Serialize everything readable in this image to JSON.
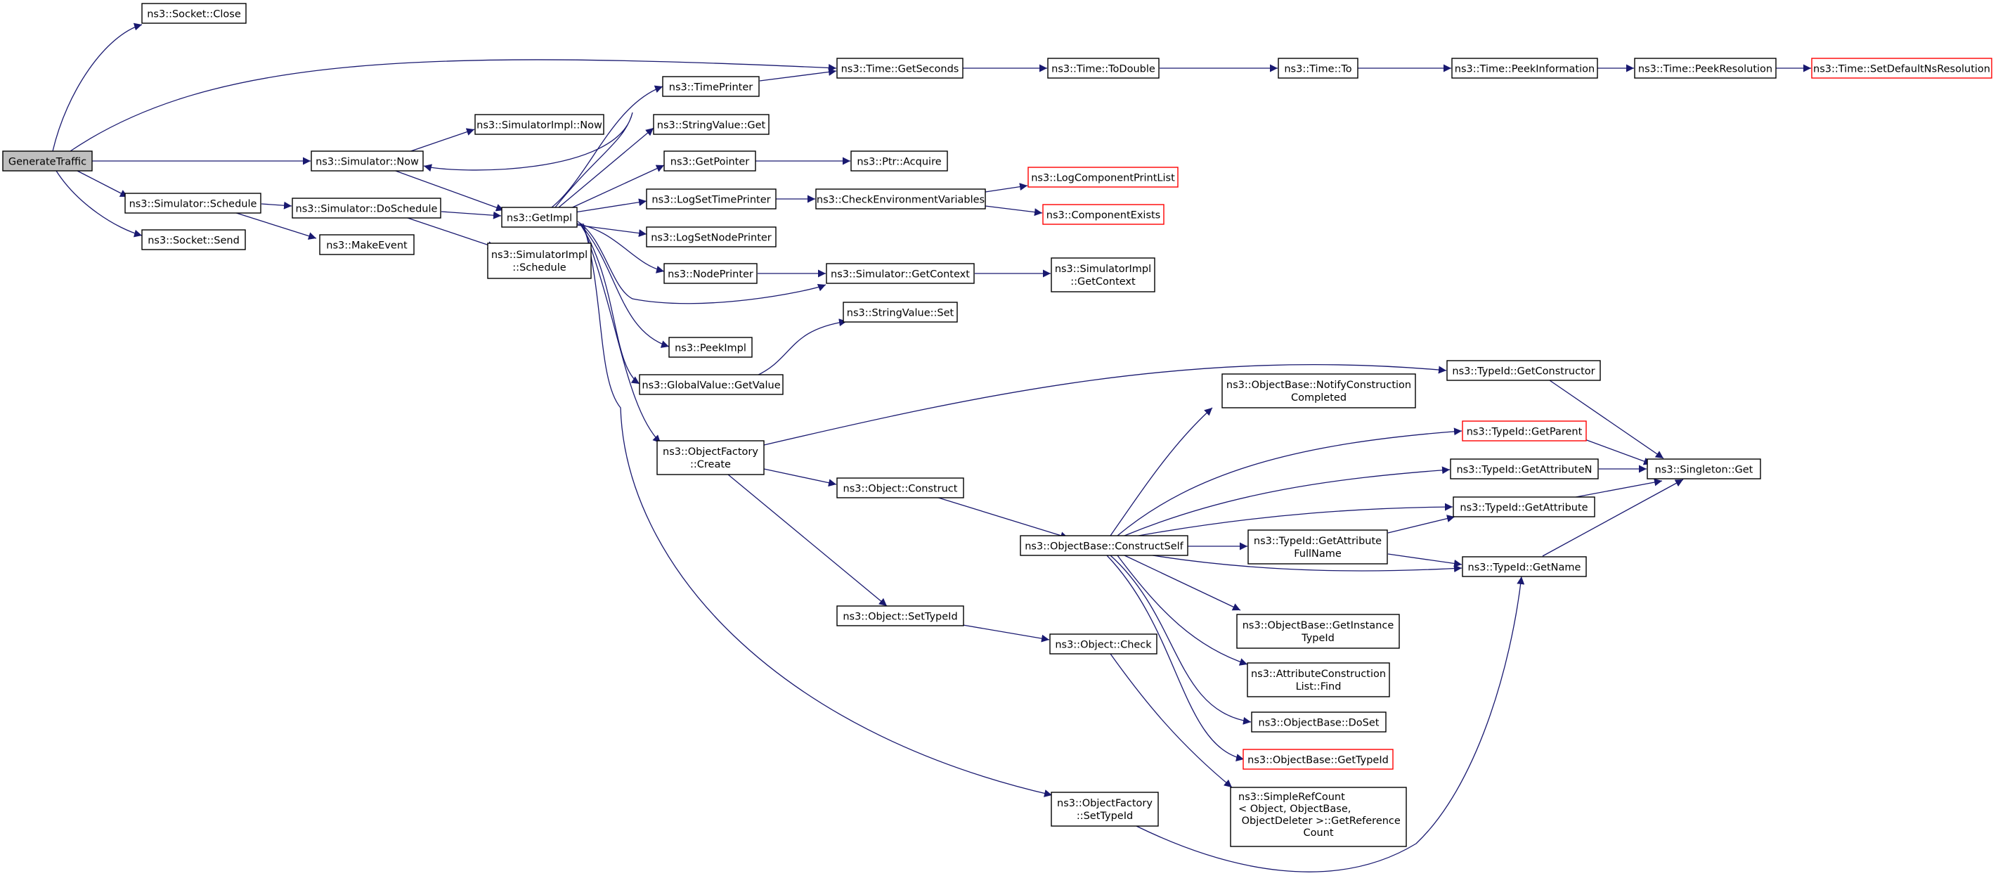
{
  "colors": {
    "edge": "#191970",
    "root_fill": "#bfbfbf",
    "box_border": "#000000",
    "truncated_border": "#ff0000"
  },
  "nodes": [
    {
      "id": "generate",
      "lines": [
        "GenerateTraffic"
      ],
      "style": "root"
    },
    {
      "id": "sockClose",
      "lines": [
        "ns3::Socket::Close"
      ],
      "style": "normal"
    },
    {
      "id": "sockSend",
      "lines": [
        "ns3::Socket::Send"
      ],
      "style": "normal"
    },
    {
      "id": "simNow",
      "lines": [
        "ns3::Simulator::Now"
      ],
      "style": "normal"
    },
    {
      "id": "simImplNow",
      "lines": [
        "ns3::SimulatorImpl::Now"
      ],
      "style": "normal"
    },
    {
      "id": "simSchedule",
      "lines": [
        "ns3::Simulator::Schedule"
      ],
      "style": "normal"
    },
    {
      "id": "doSchedule",
      "lines": [
        "ns3::Simulator::DoSchedule"
      ],
      "style": "normal"
    },
    {
      "id": "makeEvent",
      "lines": [
        "ns3::MakeEvent"
      ],
      "style": "normal"
    },
    {
      "id": "simImplSchedule",
      "lines": [
        "ns3::SimulatorImpl",
        "::Schedule"
      ],
      "style": "normal"
    },
    {
      "id": "getImpl",
      "lines": [
        "ns3::GetImpl"
      ],
      "style": "normal"
    },
    {
      "id": "timePrinter",
      "lines": [
        "ns3::TimePrinter"
      ],
      "style": "normal"
    },
    {
      "id": "strValGet",
      "lines": [
        "ns3::StringValue::Get"
      ],
      "style": "normal"
    },
    {
      "id": "getPointer",
      "lines": [
        "ns3::GetPointer"
      ],
      "style": "normal"
    },
    {
      "id": "ptrAcquire",
      "lines": [
        "ns3::Ptr::Acquire"
      ],
      "style": "normal"
    },
    {
      "id": "logSetTime",
      "lines": [
        "ns3::LogSetTimePrinter"
      ],
      "style": "normal"
    },
    {
      "id": "checkEnv",
      "lines": [
        "ns3::CheckEnvironmentVariables"
      ],
      "style": "normal"
    },
    {
      "id": "logCompPrint",
      "lines": [
        "ns3::LogComponentPrintList"
      ],
      "style": "trunc"
    },
    {
      "id": "compExists",
      "lines": [
        "ns3::ComponentExists"
      ],
      "style": "trunc"
    },
    {
      "id": "logSetNode",
      "lines": [
        "ns3::LogSetNodePrinter"
      ],
      "style": "normal"
    },
    {
      "id": "nodePrinter",
      "lines": [
        "ns3::NodePrinter"
      ],
      "style": "normal"
    },
    {
      "id": "simGetCtx",
      "lines": [
        "ns3::Simulator::GetContext"
      ],
      "style": "normal"
    },
    {
      "id": "simImplGetCtx",
      "lines": [
        "ns3::SimulatorImpl",
        "::GetContext"
      ],
      "style": "normal"
    },
    {
      "id": "peekImpl",
      "lines": [
        "ns3::PeekImpl"
      ],
      "style": "normal"
    },
    {
      "id": "strValSet",
      "lines": [
        "ns3::StringValue::Set"
      ],
      "style": "normal"
    },
    {
      "id": "globalGetValue",
      "lines": [
        "ns3::GlobalValue::GetValue"
      ],
      "style": "normal"
    },
    {
      "id": "timeGetSeconds",
      "lines": [
        "ns3::Time::GetSeconds"
      ],
      "style": "normal"
    },
    {
      "id": "timeToDouble",
      "lines": [
        "ns3::Time::ToDouble"
      ],
      "style": "normal"
    },
    {
      "id": "timeTo",
      "lines": [
        "ns3::Time::To"
      ],
      "style": "normal"
    },
    {
      "id": "peekInfo",
      "lines": [
        "ns3::Time::PeekInformation"
      ],
      "style": "normal"
    },
    {
      "id": "peekRes",
      "lines": [
        "ns3::Time::PeekResolution"
      ],
      "style": "normal"
    },
    {
      "id": "setDefRes",
      "lines": [
        "ns3::Time::SetDefaultNsResolution"
      ],
      "style": "trunc"
    },
    {
      "id": "objFactCreate",
      "lines": [
        "ns3::ObjectFactory",
        "::Create"
      ],
      "style": "normal"
    },
    {
      "id": "objConstruct",
      "lines": [
        "ns3::Object::Construct"
      ],
      "style": "normal"
    },
    {
      "id": "objSetTypeId",
      "lines": [
        "ns3::Object::SetTypeId"
      ],
      "style": "normal"
    },
    {
      "id": "objCheck",
      "lines": [
        "ns3::Object::Check"
      ],
      "style": "normal"
    },
    {
      "id": "objFactSetTypeId",
      "lines": [
        "ns3::ObjectFactory",
        "::SetTypeId"
      ],
      "style": "normal"
    },
    {
      "id": "constructSelf",
      "lines": [
        "ns3::ObjectBase::ConstructSelf"
      ],
      "style": "normal"
    },
    {
      "id": "notifyConstruction",
      "lines": [
        "ns3::ObjectBase::NotifyConstruction",
        "Completed"
      ],
      "style": "normal"
    },
    {
      "id": "getConstructor",
      "lines": [
        "ns3::TypeId::GetConstructor"
      ],
      "style": "normal"
    },
    {
      "id": "getParent",
      "lines": [
        "ns3::TypeId::GetParent"
      ],
      "style": "trunc"
    },
    {
      "id": "getAttributeN",
      "lines": [
        "ns3::TypeId::GetAttributeN"
      ],
      "style": "normal"
    },
    {
      "id": "getAttribute",
      "lines": [
        "ns3::TypeId::GetAttribute"
      ],
      "style": "normal"
    },
    {
      "id": "getAttrFullName",
      "lines": [
        "ns3::TypeId::GetAttribute",
        "FullName"
      ],
      "style": "normal"
    },
    {
      "id": "getName",
      "lines": [
        "ns3::TypeId::GetName"
      ],
      "style": "normal"
    },
    {
      "id": "singletonGet",
      "lines": [
        "ns3::Singleton::Get"
      ],
      "style": "normal"
    },
    {
      "id": "getInstanceTypeId",
      "lines": [
        "ns3::ObjectBase::GetInstance",
        "TypeId"
      ],
      "style": "normal"
    },
    {
      "id": "attrConstrFind",
      "lines": [
        "ns3::AttributeConstruction",
        "List::Find"
      ],
      "style": "normal"
    },
    {
      "id": "objBaseDoSet",
      "lines": [
        "ns3::ObjectBase::DoSet"
      ],
      "style": "normal"
    },
    {
      "id": "objBaseGetTypeId",
      "lines": [
        "ns3::ObjectBase::GetTypeId"
      ],
      "style": "trunc"
    },
    {
      "id": "simpleRefCount",
      "lines": [
        "ns3::SimpleRefCount",
        "< Object, ObjectBase,",
        " ObjectDeleter >::GetReference",
        "Count"
      ],
      "style": "normal"
    }
  ]
}
